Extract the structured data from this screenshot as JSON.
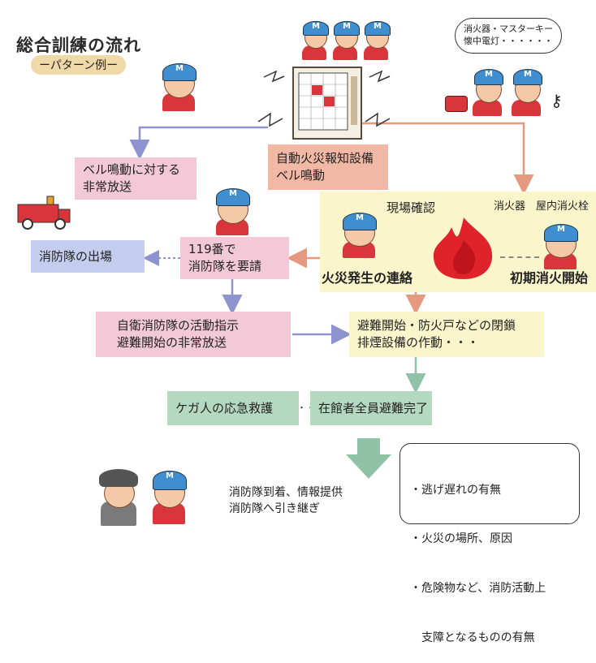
{
  "title": "総合訓練の流れ",
  "subtitle": "ーパターン例ー",
  "bubble": "消火器・マスターキー\n懐中電灯・・・・・・",
  "nodes": {
    "alarm": "自動火災報知設備\nベル鳴動",
    "broadcast": "ベル鳴動に対する\n非常放送",
    "fire_dept_dispatch": "消防隊の出場",
    "call_119": "119番で\n消防隊を要請",
    "site_check": "現場確認",
    "extinguishers": "消火器　屋内消火栓",
    "fire_report": "火災発生の連絡",
    "initial_fight": "初期消火開始",
    "self_defense": "自衛消防隊の活動指示\n避難開始の非常放送",
    "evacuation": "避難開始・防火戸などの閉鎖\n排煙設備の作動・・・",
    "first_aid": "ケガ人の応急救護",
    "all_evacuated": "在館者全員避難完了",
    "handover": "消防隊到着、情報提供\n消防隊へ引き継ぎ"
  },
  "connector_label": "・・・・・・",
  "checklist": [
    "・逃げ遅れの有無",
    "・火災の場所、原因",
    "・危険物など、消防活動上",
    "　支障となるものの有無"
  ],
  "colors": {
    "pink": "#f3c9d8",
    "peach": "#f2b8a6",
    "blue": "#c5cdee",
    "green": "#b5d8c1",
    "yellow": "#fbf5cc",
    "arrow_blue": "#8c93cf",
    "arrow_orange": "#e59a7f",
    "arrow_green": "#8fc2a6"
  }
}
